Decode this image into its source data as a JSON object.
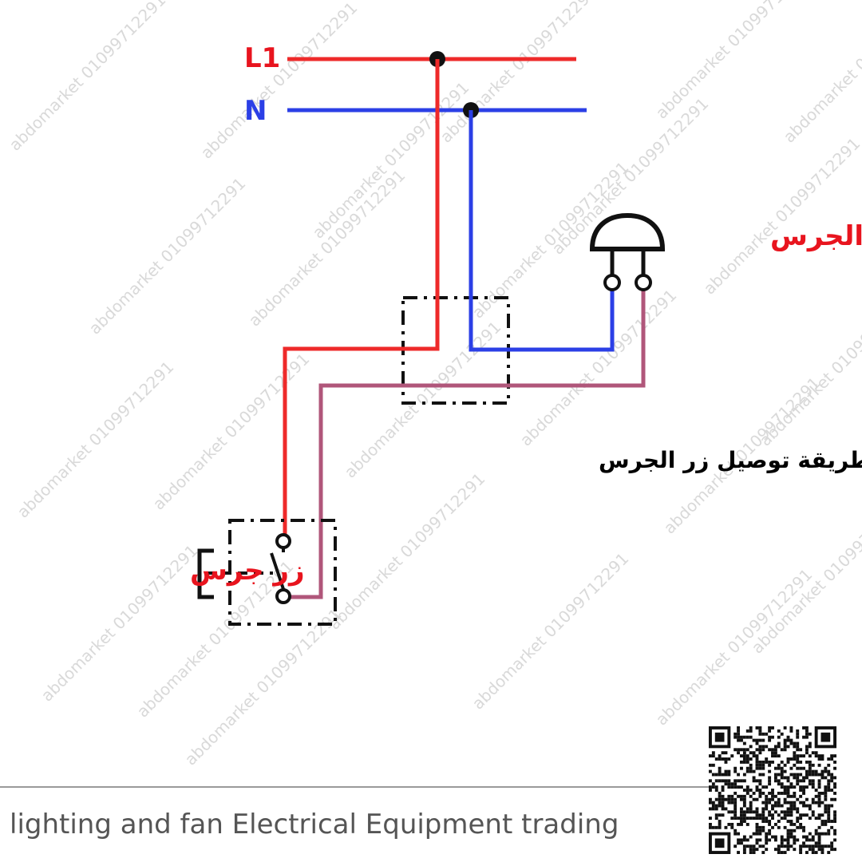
{
  "watermark": {
    "brand": "abdomarket",
    "phone": "01099712291"
  },
  "lines": {
    "live": "L1",
    "neutral": "N"
  },
  "labels": {
    "bell": "الجرس",
    "wiring_title": "طريقة توصيل زر الجرس",
    "bell_button": "زر جرس"
  },
  "footer": {
    "tagline": "lighting and fan Electrical Equipment trading"
  },
  "colors": {
    "live_wire": "#ee2a2a",
    "neutral_wire": "#2b3fe6",
    "switched_wire": "#b0567a",
    "label_red": "#e8141e",
    "neutral_label": "#2b3fe6",
    "text_black": "#000000"
  },
  "icons": [
    "bell-icon",
    "push-button-icon",
    "qr-code-icon"
  ]
}
